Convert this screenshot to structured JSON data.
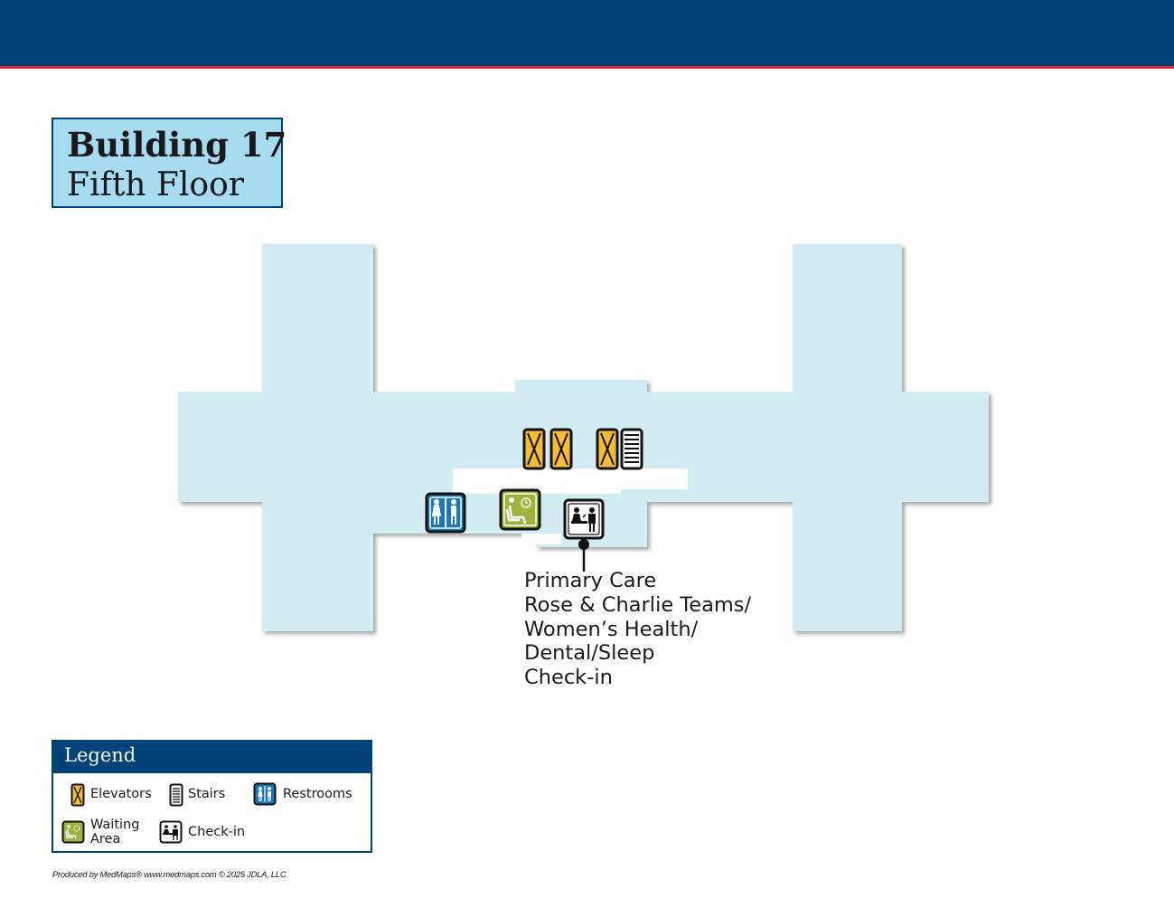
{
  "title": {
    "building": "Building 17",
    "floor": "Fifth Floor"
  },
  "destination": {
    "lines": [
      "Primary Care",
      "Rose & Charlie Teams/",
      "Women’s Health/",
      "Dental/Sleep",
      "Check-in"
    ]
  },
  "legend": {
    "title": "Legend",
    "items": [
      {
        "label": "Elevators",
        "icon": "elevator-icon"
      },
      {
        "label": "Stairs",
        "icon": "stairs-icon"
      },
      {
        "label": "Restrooms",
        "icon": "restroom-icon"
      },
      {
        "label": "Waiting\nArea",
        "icon": "waiting-area-icon"
      },
      {
        "label": "Check-in",
        "icon": "check-in-icon"
      }
    ]
  },
  "credit": "Produced by MedMaps®   www.medmaps.com   © 2025 JDLA, LLC",
  "colors": {
    "header": "#00427a",
    "header_rule": "#e0262e",
    "title_box": "#a6dcef",
    "floor_plan": "#d2ecf2",
    "elevator": "#f6bd31",
    "restroom": "#1b78bd",
    "waiting": "#9bb43a"
  }
}
